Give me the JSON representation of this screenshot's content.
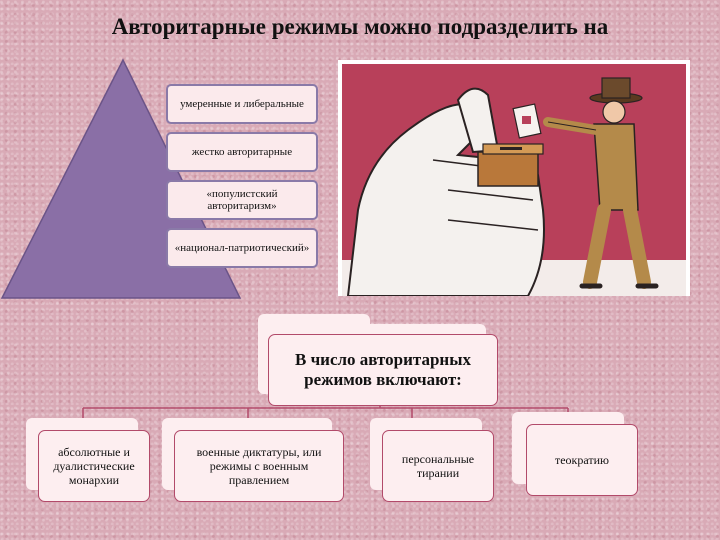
{
  "title": "Авторитарные режимы можно подразделить на",
  "pyramid": {
    "levels": [
      "умеренные и либеральные",
      "жестко авторитарные",
      "«популистский авторитаризм»",
      "«национал-патриотический»"
    ]
  },
  "org": {
    "root": "В число авторитарных режимов включают:",
    "children": [
      "абсолютные и дуалистические монархии",
      "военные диктатуры, или режимы с военным правлением",
      "персональные тирании",
      "теократию"
    ]
  },
  "colors": {
    "background": "#d9aab6",
    "pyramid_fill": "#8a6fa6",
    "box_fill": "#fdeef0",
    "box_border": "#b24a6a"
  }
}
